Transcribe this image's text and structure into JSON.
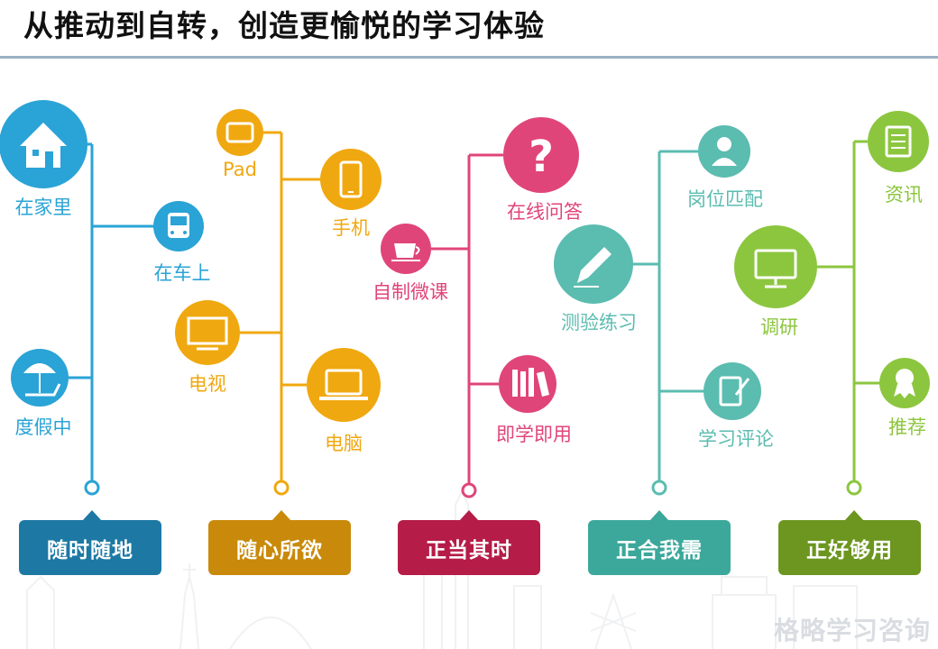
{
  "title": "从推动到自转，创造更愉悦的学习体验",
  "colors": {
    "blue": "#2aa3d6",
    "orange": "#f0a810",
    "pink": "#e0457a",
    "teal": "#5bbcb0",
    "green": "#8cc63f",
    "box_blue": "#1d79a4",
    "box_orange": "#c9890a",
    "box_pink": "#b51c47",
    "box_teal": "#3ba89b",
    "box_green": "#6c961f"
  },
  "groups": [
    {
      "box_label": "随时随地",
      "items": [
        {
          "label": "在家里",
          "icon": "house-icon"
        },
        {
          "label": "在车上",
          "icon": "bus-icon"
        },
        {
          "label": "度假中",
          "icon": "beach-umbrella-icon"
        }
      ]
    },
    {
      "box_label": "随心所欲",
      "items": [
        {
          "label": "Pad",
          "icon": "tablet-icon"
        },
        {
          "label": "手机",
          "icon": "phone-icon"
        },
        {
          "label": "电视",
          "icon": "tv-icon"
        },
        {
          "label": "电脑",
          "icon": "laptop-icon"
        }
      ]
    },
    {
      "box_label": "正当其时",
      "items": [
        {
          "label": "在线问答",
          "icon": "question-icon"
        },
        {
          "label": "自制微课",
          "icon": "coffee-cup-icon"
        },
        {
          "label": "即学即用",
          "icon": "books-icon"
        }
      ]
    },
    {
      "box_label": "正合我需",
      "items": [
        {
          "label": "岗位匹配",
          "icon": "person-icon"
        },
        {
          "label": "测验练习",
          "icon": "pencil-icon"
        },
        {
          "label": "学习评论",
          "icon": "notepad-icon"
        }
      ]
    },
    {
      "box_label": "正好够用",
      "items": [
        {
          "label": "资讯",
          "icon": "document-icon"
        },
        {
          "label": "调研",
          "icon": "monitor-icon"
        },
        {
          "label": "推荐",
          "icon": "award-icon"
        }
      ]
    }
  ],
  "watermark": "格略学习咨询"
}
